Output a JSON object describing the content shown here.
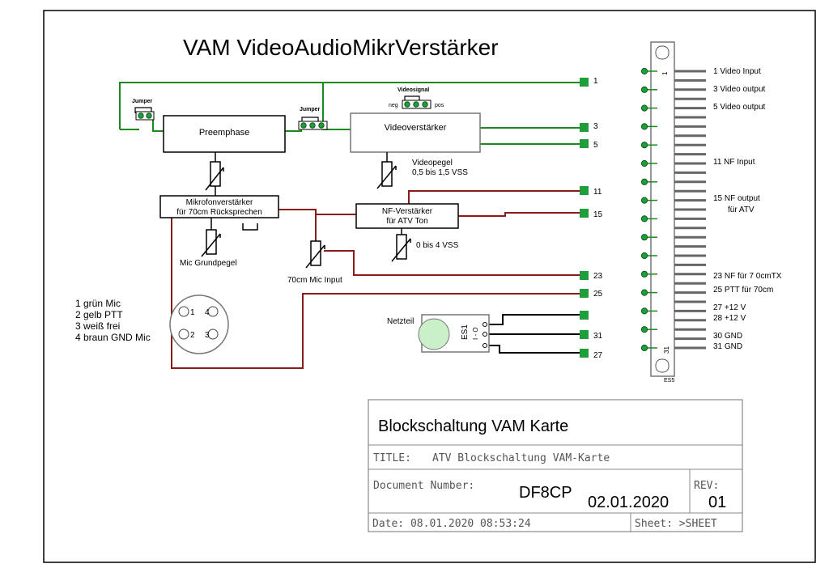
{
  "title": "VAM VideoAudioMikrVerstärker",
  "blocks": {
    "preemphase": "Preemphase",
    "video_amp": "Videoverstärker",
    "mic_amp_1": "Mikrofonverstärker",
    "mic_amp_2": "für 70cm Rücksprechen",
    "nf_amp_1": "NF-Verstärker",
    "nf_amp_2": "für ATV Ton"
  },
  "labels": {
    "jumper_left": "Jumper",
    "jumper_mid": "Jumper",
    "videosignal": "Videosignal",
    "neg": "neg",
    "pos": "pos",
    "videopegel_1": "Videopegel",
    "videopegel_2": "0,5 bis 1,5 VSS",
    "nf_level": "0 bis 4 VSS",
    "mic_grundpegel": "Mic Grundpegel",
    "mic_input": "70cm Mic Input",
    "netzteil": "Netzteil",
    "regulator": "ES1",
    "regulator_pins": "I - O",
    "connector_top": "1",
    "connector_bottom": "31",
    "connector_name": "ES5"
  },
  "mic_pinout": {
    "p1": "1 grün  Mic",
    "p2": "2 gelb  PTT",
    "p3": "3 weiß frei",
    "p4": "4 braun  GND Mic",
    "pin1": "1",
    "pin2": "2",
    "pin3": "3",
    "pin4": "4"
  },
  "pads": {
    "p1": "1",
    "p3": "3",
    "p5": "5",
    "p11": "11",
    "p15": "15",
    "p23": "23",
    "p25": "25",
    "p31": "31",
    "p27": "27"
  },
  "connector_pins": {
    "c1": "1  Video Input",
    "c3": "3  Video output",
    "c5": "5  Video output",
    "c11": "11  NF Input",
    "c15a": "15  NF output",
    "c15b": "für ATV",
    "c23": "23  NF für 7 0cmTX",
    "c25": "25  PTT für 70cm",
    "c27": "27  +12 V",
    "c28": "28  +12 V",
    "c30": "30  GND",
    "c31": "31  GND"
  },
  "title_block": {
    "heading": "Blockschaltung VAM Karte",
    "title_label": "TITLE:",
    "title_value": "ATV Blockschaltung VAM-Karte",
    "doc_label": "Document Number:",
    "doc_value": "DF8CP",
    "doc_date": "02.01.2020",
    "rev_label": "REV:",
    "rev_value": "01",
    "date": "Date: 08.01.2020 08:53:24",
    "sheet": "Sheet: >SHEET"
  },
  "colors": {
    "green_wire": "#1a8a1a",
    "red_wire": "#8b1a1a",
    "pad": "#1f9e3b"
  }
}
